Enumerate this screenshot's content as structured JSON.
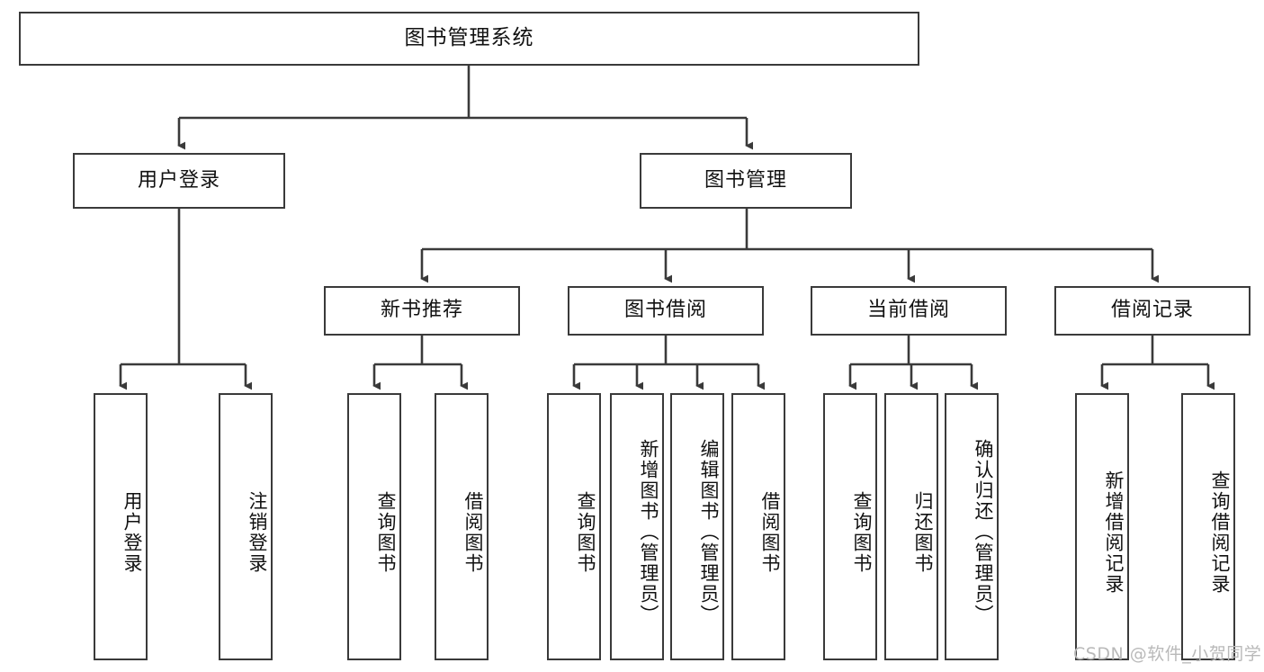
{
  "diagram": {
    "title_node": {
      "label": "图书管理系统"
    },
    "level2": [
      {
        "id": "user-login",
        "label": "用户登录"
      },
      {
        "id": "book-management",
        "label": "图书管理"
      }
    ],
    "level3": [
      {
        "id": "new-book-recommend",
        "label": "新书推荐"
      },
      {
        "id": "book-borrow",
        "label": "图书借阅"
      },
      {
        "id": "current-borrow",
        "label": "当前借阅"
      },
      {
        "id": "borrow-record",
        "label": "借阅记录"
      }
    ],
    "leaves": {
      "user_login": [
        {
          "id": "leaf-user-login",
          "label": "用户登录"
        },
        {
          "id": "leaf-logout-login",
          "label": "注销登录"
        }
      ],
      "new_book_recommend": [
        {
          "id": "leaf-query-book-1",
          "label": "查询图书"
        },
        {
          "id": "leaf-borrow-book-1",
          "label": "借阅图书"
        }
      ],
      "book_borrow": [
        {
          "id": "leaf-query-book-2",
          "label": "查询图书"
        },
        {
          "id": "leaf-add-book",
          "label": "新增图书（管理员）"
        },
        {
          "id": "leaf-edit-book",
          "label": "编辑图书（管理员）"
        },
        {
          "id": "leaf-borrow-book-2",
          "label": "借阅图书"
        }
      ],
      "current_borrow": [
        {
          "id": "leaf-query-book-3",
          "label": "查询图书"
        },
        {
          "id": "leaf-return-book",
          "label": "归还图书"
        },
        {
          "id": "leaf-confirm-return",
          "label": "确认归还（管理员）"
        }
      ],
      "borrow_record": [
        {
          "id": "leaf-add-record",
          "label": "新增借阅记录"
        },
        {
          "id": "leaf-query-record",
          "label": "查询借阅记录"
        }
      ]
    }
  },
  "watermark": {
    "text": "CSDN @软件_小贺同学"
  },
  "colors": {
    "stroke": "#3a3a3a",
    "background": "#ffffff",
    "text": "#111111",
    "watermark": "#b9b9b9"
  }
}
